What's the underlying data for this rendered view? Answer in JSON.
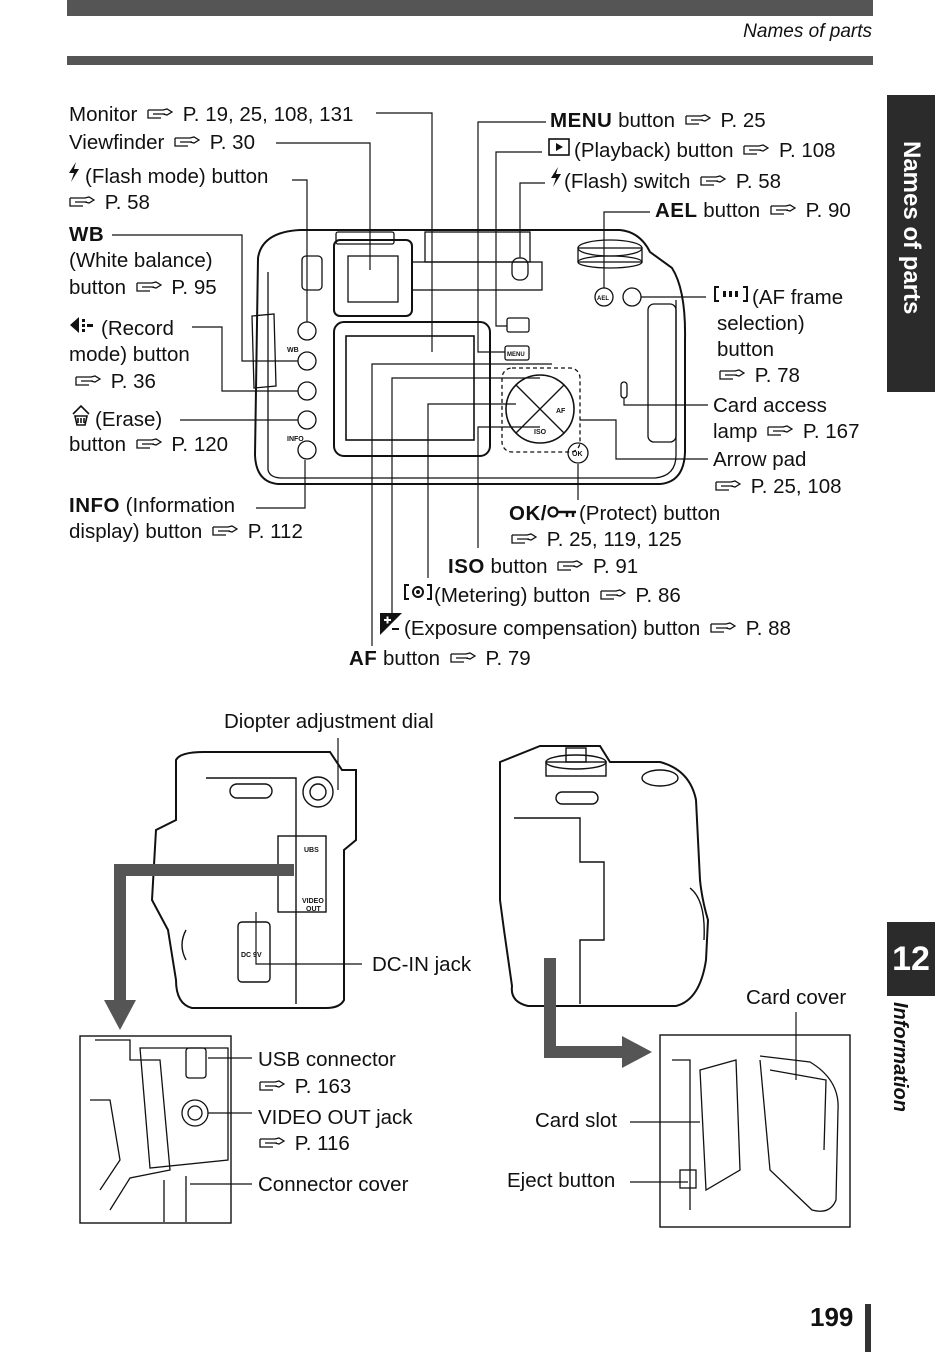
{
  "header": {
    "section": "Names of parts"
  },
  "side_tabs": {
    "chapter_title": "Names of parts",
    "chapter_number": "12",
    "chapter_name": "Information"
  },
  "page_number": "199",
  "callouts": {
    "monitor": {
      "name": "Monitor",
      "pages": "P. 19, 25, 108, 131"
    },
    "viewfinder": {
      "name": "Viewfinder",
      "pages": "P. 30"
    },
    "flash_mode": {
      "name": "(Flash mode) button",
      "pages": "P. 58"
    },
    "wb": {
      "abbr": "WB",
      "name": "(White balance)",
      "name2": "button",
      "pages": "P. 95"
    },
    "record_mode": {
      "name": "(Record",
      "name2": "mode) button",
      "pages": "P. 36"
    },
    "erase": {
      "name": "(Erase)",
      "name2": "button",
      "pages": "P. 120"
    },
    "info": {
      "abbr": "INFO",
      "name": "(Information",
      "name2": "display) button",
      "pages": "P. 112"
    },
    "menu": {
      "abbr": "MENU",
      "name": "button",
      "pages": "P. 25"
    },
    "playback": {
      "name": "(Playback) button",
      "pages": "P. 108"
    },
    "flash_switch": {
      "name": "(Flash) switch",
      "pages": "P. 58"
    },
    "ael": {
      "abbr": "AEL",
      "name": "button",
      "pages": "P. 90"
    },
    "af_frame": {
      "name": "(AF frame",
      "name2": "selection)",
      "name3": "button",
      "pages": "P. 78"
    },
    "card_lamp": {
      "name": "Card access",
      "name2": "lamp",
      "pages": "P. 167"
    },
    "arrow_pad": {
      "name": "Arrow pad",
      "pages": "P. 25, 108"
    },
    "ok_protect": {
      "abbr": "OK",
      "name": "(Protect) button",
      "pages": "P. 25, 119, 125"
    },
    "iso": {
      "abbr": "ISO",
      "name": "button",
      "pages": "P. 91"
    },
    "metering": {
      "name": "(Metering) button",
      "pages": "P. 86"
    },
    "exposure": {
      "name": "(Exposure compensation) button",
      "pages": "P. 88"
    },
    "af": {
      "abbr": "AF",
      "name": "button",
      "pages": "P. 79"
    },
    "diopter": {
      "name": "Diopter adjustment dial"
    },
    "dc_in": {
      "name": "DC-IN jack"
    },
    "usb": {
      "name": "USB connector",
      "pages": "P. 163"
    },
    "video_out": {
      "name": "VIDEO OUT jack",
      "pages": "P. 116"
    },
    "connector_cover": {
      "name": "Connector cover"
    },
    "card_cover": {
      "name": "Card cover"
    },
    "card_slot": {
      "name": "Card slot"
    },
    "eject": {
      "name": "Eject button"
    }
  },
  "camera_markings": {
    "wb": "WB",
    "info": "INFO",
    "menu": "MENU",
    "ael": "AEL",
    "af": "AF",
    "iso": "ISO",
    "ok": "OK",
    "ubs": "UBS",
    "video_out": "VIDEO OUT",
    "dc9v": "DC 9V"
  }
}
